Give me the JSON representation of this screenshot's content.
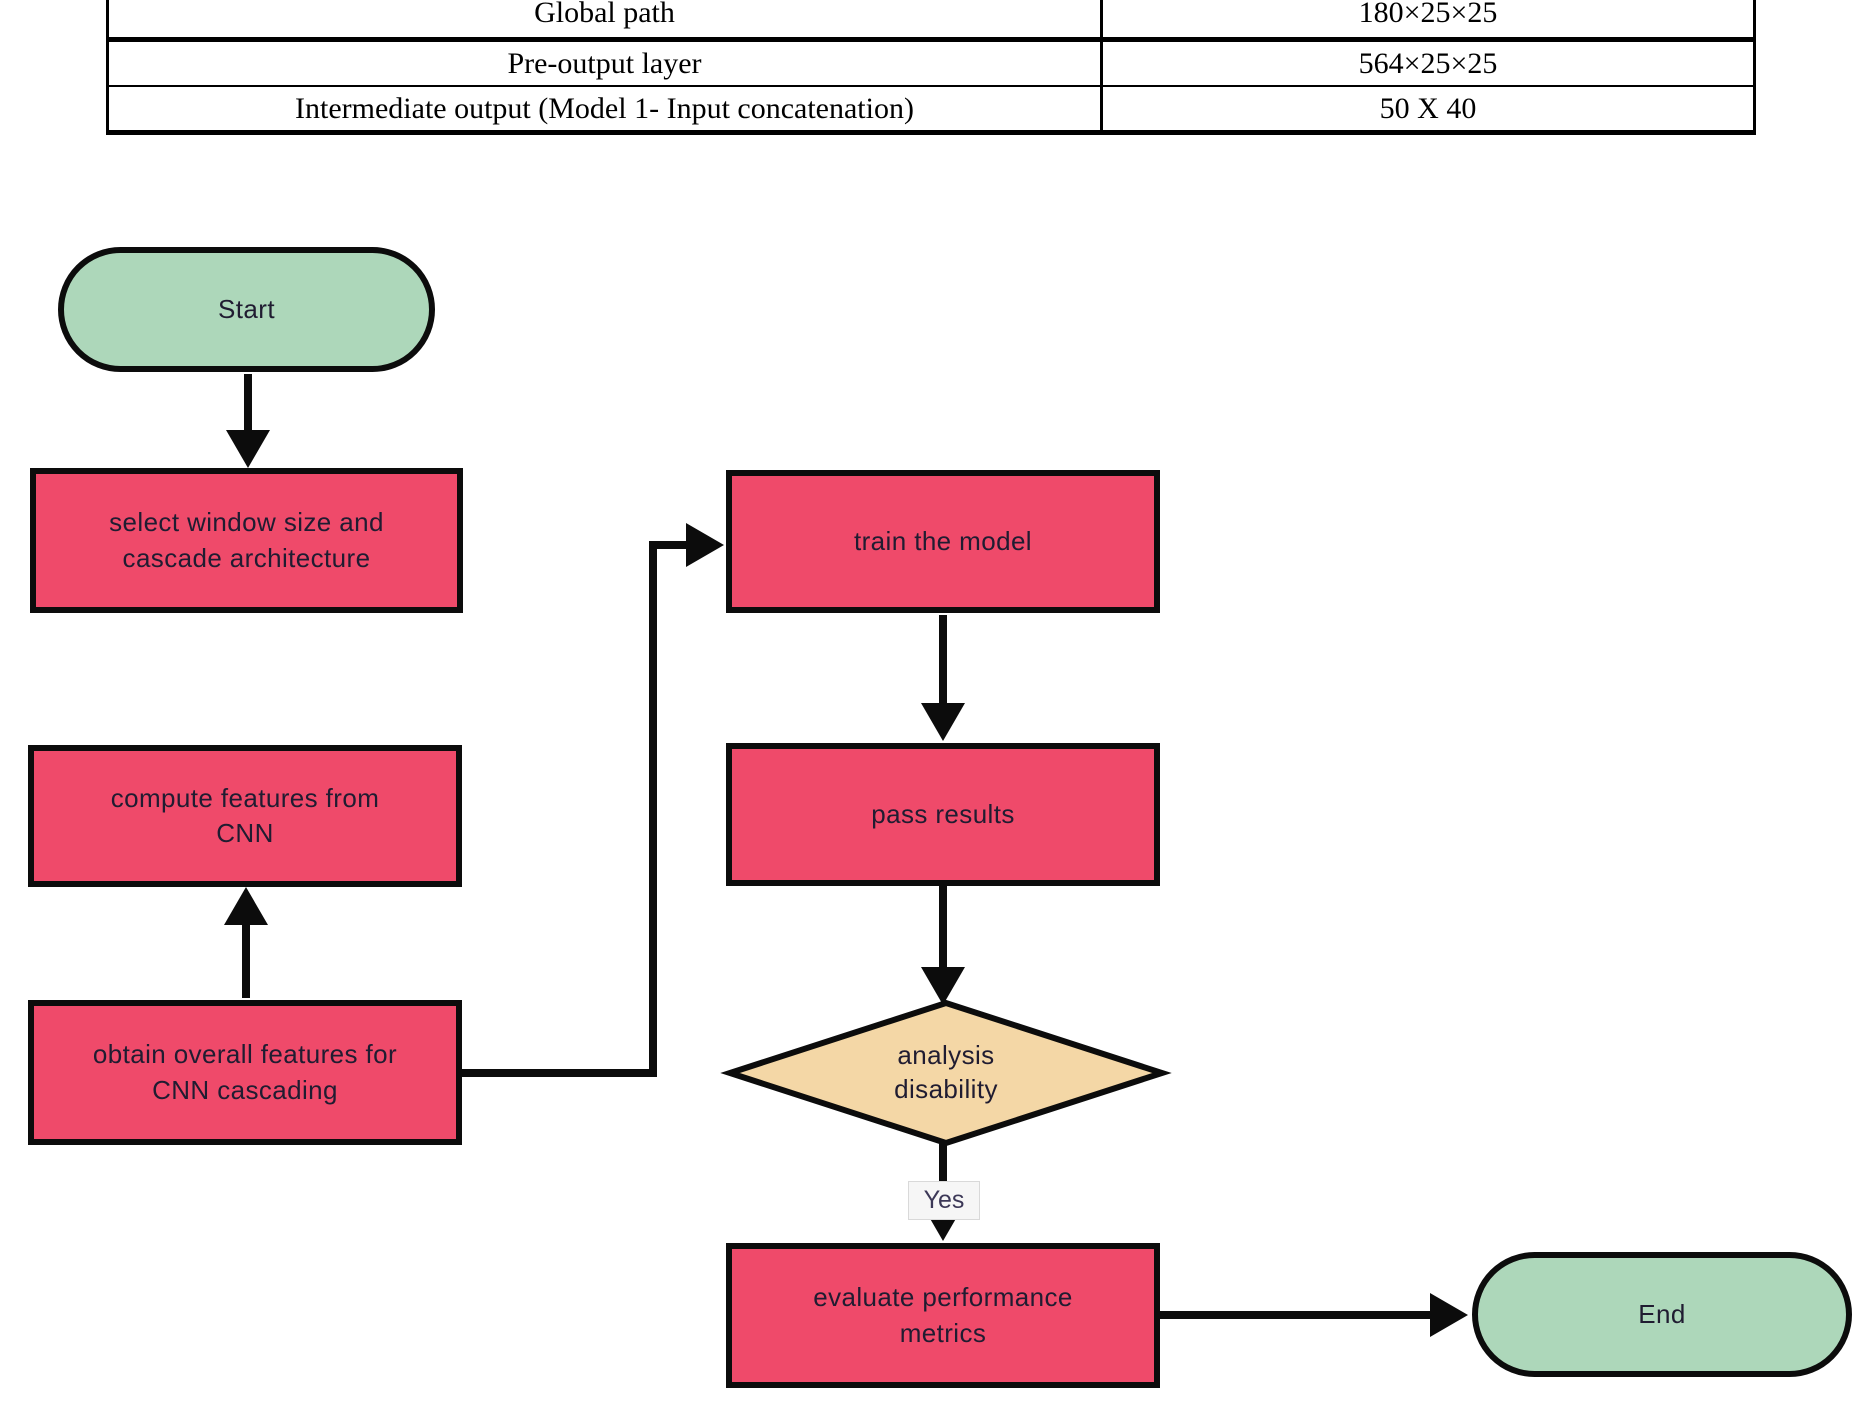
{
  "table": {
    "rows": [
      {
        "label": "Global path",
        "value": "180×25×25"
      },
      {
        "label": "Pre-output layer",
        "value": "564×25×25"
      },
      {
        "label": "Intermediate output (Model 1- Input concatenation)",
        "value": "50 X 40"
      }
    ]
  },
  "flowchart": {
    "nodes": {
      "start": "Start",
      "select": "select window size and cascade architecture",
      "compute": "compute features from CNN",
      "obtain": "obtain overall features for CNN cascading",
      "train": "train the model",
      "pass": "pass results",
      "decision": "analysis disability",
      "evaluate": "evaluate performance metrics",
      "end": "End"
    },
    "edge_labels": {
      "yes": "Yes"
    },
    "edges": [
      "start -> select",
      "obtain -> compute",
      "obtain -> train",
      "train -> pass",
      "pass -> decision",
      "decision -> evaluate (Yes)",
      "evaluate -> end"
    ],
    "colors": {
      "process_fill": "#ef4a6a",
      "terminal_fill": "#add7ba",
      "decision_fill": "#f4d7a6",
      "line": "#0c0c0c",
      "text": "#201c31"
    }
  }
}
